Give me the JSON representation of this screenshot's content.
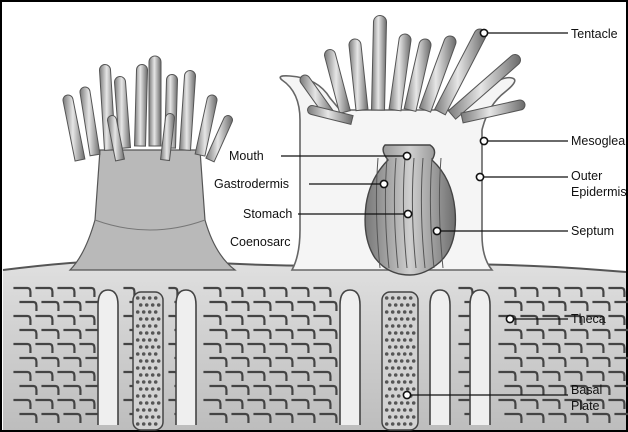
{
  "labels": {
    "tentacle": "Tentacle",
    "mouth": "Mouth",
    "gastrodermis": "Gastrodermis",
    "stomach": "Stomach",
    "coenosarc": "Coenosarc",
    "mesoglea": "Mesoglea",
    "outer_epidermis_line1": "Outer",
    "outer_epidermis_line2": "Epidermis",
    "septum": "Septum",
    "theca": "Theca",
    "basal_plate_line1": "Basal",
    "basal_plate_line2": "Plate"
  },
  "colors": {
    "ink": "#111111",
    "tissue_light": "#d8d8d8",
    "tissue_mid": "#9a9a9a",
    "tissue_dark": "#555555",
    "skeleton": "#3a3a3a",
    "frame": "#000000"
  }
}
